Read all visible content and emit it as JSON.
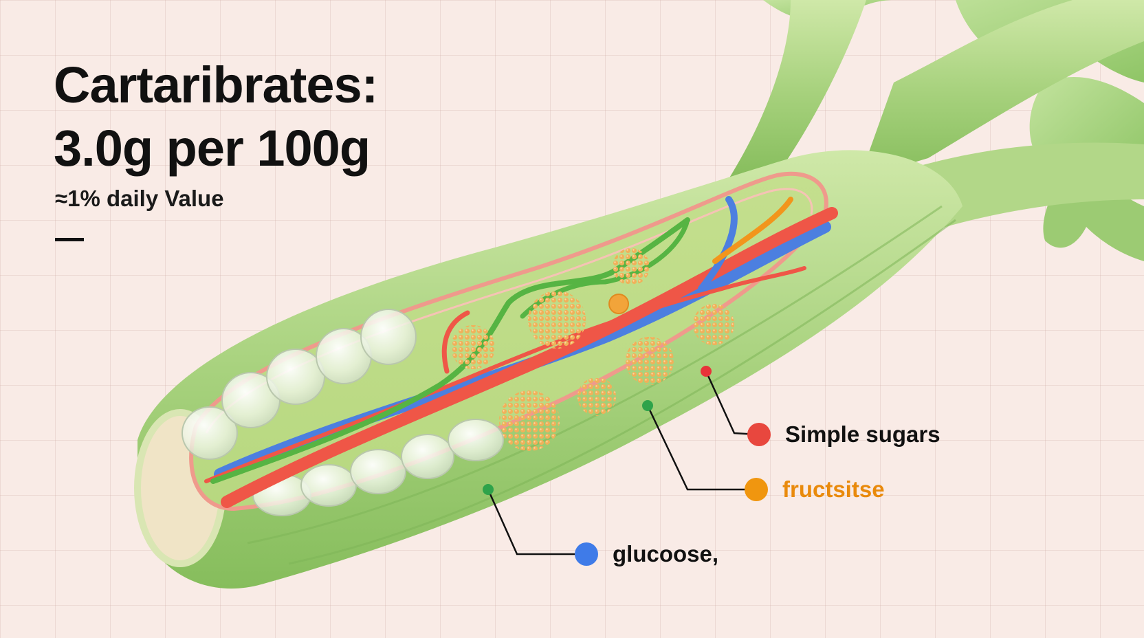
{
  "title": {
    "line1": "Cartaribrates:",
    "line2": "3.0g per 100g"
  },
  "daily_value": "≈1% daily Value",
  "callouts": [
    {
      "text": "Simple sugars",
      "dot_color": "#e8473e",
      "text_color": "#111111"
    },
    {
      "text": "fructsitse",
      "dot_color": "#f0960f",
      "text_color": "#e98a0c"
    },
    {
      "text": "glucoose,",
      "dot_color": "#3f7be8",
      "text_color": "#111111"
    }
  ],
  "colors": {
    "background": "#f9ebe6",
    "stalk_green": "#a6d07c",
    "red_strand": "#ef5647",
    "blue_strand": "#4c7fe0",
    "green_strand": "#56b443",
    "orange_strand": "#f2951c",
    "granules": "#f0b15a"
  }
}
